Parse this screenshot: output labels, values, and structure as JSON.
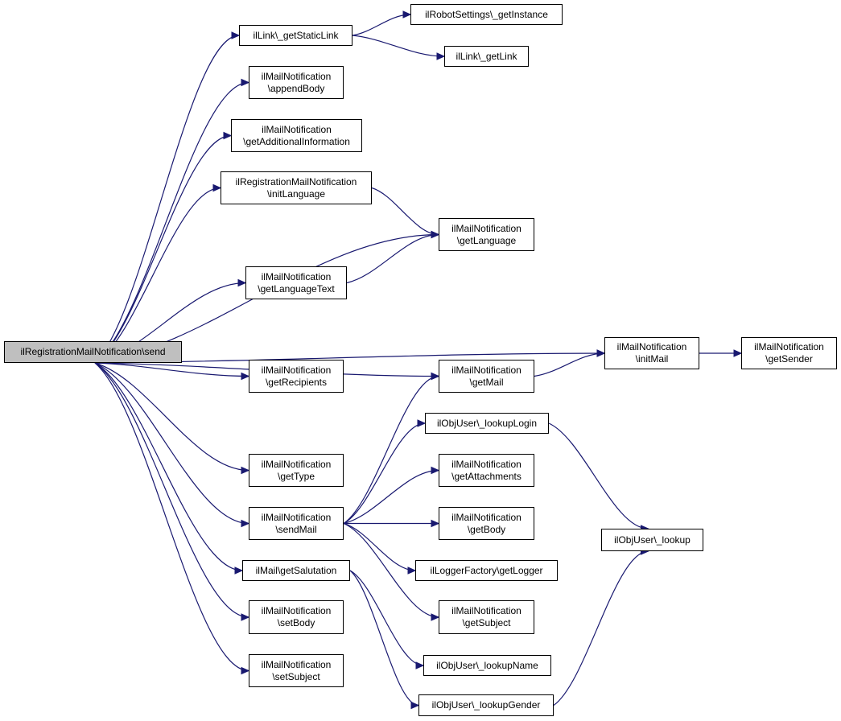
{
  "colors": {
    "edge": "#191970",
    "root_fill": "#bfbfbf",
    "node_fill": "#ffffff",
    "node_border": "#000000"
  },
  "nodes": {
    "root": {
      "lines": [
        "ilRegistrationMailNotification\\send"
      ]
    },
    "getStaticLink": {
      "lines": [
        "ilLink\\_getStaticLink"
      ]
    },
    "robotGetInstance": {
      "lines": [
        "ilRobotSettings\\_getInstance"
      ]
    },
    "linkGetLink": {
      "lines": [
        "ilLink\\_getLink"
      ]
    },
    "appendBody": {
      "lines": [
        "ilMailNotification",
        "\\appendBody"
      ]
    },
    "getAdditionalInfo": {
      "lines": [
        "ilMailNotification",
        "\\getAdditionalInformation"
      ]
    },
    "initLanguage": {
      "lines": [
        "ilRegistrationMailNotification",
        "\\initLanguage"
      ]
    },
    "getLanguage": {
      "lines": [
        "ilMailNotification",
        "\\getLanguage"
      ]
    },
    "getLanguageText": {
      "lines": [
        "ilMailNotification",
        "\\getLanguageText"
      ]
    },
    "initMail": {
      "lines": [
        "ilMailNotification",
        "\\initMail"
      ]
    },
    "getSender": {
      "lines": [
        "ilMailNotification",
        "\\getSender"
      ]
    },
    "getRecipients": {
      "lines": [
        "ilMailNotification",
        "\\getRecipients"
      ]
    },
    "getMail": {
      "lines": [
        "ilMailNotification",
        "\\getMail"
      ]
    },
    "lookupLogin": {
      "lines": [
        "ilObjUser\\_lookupLogin"
      ]
    },
    "getType": {
      "lines": [
        "ilMailNotification",
        "\\getType"
      ]
    },
    "getAttachments": {
      "lines": [
        "ilMailNotification",
        "\\getAttachments"
      ]
    },
    "sendMail": {
      "lines": [
        "ilMailNotification",
        "\\sendMail"
      ]
    },
    "getBody": {
      "lines": [
        "ilMailNotification",
        "\\getBody"
      ]
    },
    "lookup": {
      "lines": [
        "ilObjUser\\_lookup"
      ]
    },
    "getSalutation": {
      "lines": [
        "ilMail\\getSalutation"
      ]
    },
    "getLogger": {
      "lines": [
        "ilLoggerFactory\\getLogger"
      ]
    },
    "setBody": {
      "lines": [
        "ilMailNotification",
        "\\setBody"
      ]
    },
    "getSubject": {
      "lines": [
        "ilMailNotification",
        "\\getSubject"
      ]
    },
    "lookupName": {
      "lines": [
        "ilObjUser\\_lookupName"
      ]
    },
    "setSubject": {
      "lines": [
        "ilMailNotification",
        "\\setSubject"
      ]
    },
    "lookupGender": {
      "lines": [
        "ilObjUser\\_lookupGender"
      ]
    }
  },
  "edges": [
    [
      "root",
      "getStaticLink"
    ],
    [
      "root",
      "appendBody"
    ],
    [
      "root",
      "getAdditionalInfo"
    ],
    [
      "root",
      "initLanguage"
    ],
    [
      "root",
      "getLanguage"
    ],
    [
      "root",
      "getLanguageText"
    ],
    [
      "root",
      "initMail"
    ],
    [
      "root",
      "getRecipients"
    ],
    [
      "root",
      "getMail"
    ],
    [
      "root",
      "getType"
    ],
    [
      "root",
      "sendMail"
    ],
    [
      "root",
      "getSalutation"
    ],
    [
      "root",
      "setBody"
    ],
    [
      "root",
      "setSubject"
    ],
    [
      "getStaticLink",
      "robotGetInstance"
    ],
    [
      "getStaticLink",
      "linkGetLink"
    ],
    [
      "initLanguage",
      "getLanguage"
    ],
    [
      "getLanguageText",
      "getLanguage"
    ],
    [
      "initMail",
      "getSender"
    ],
    [
      "getMail",
      "initMail"
    ],
    [
      "sendMail",
      "getMail"
    ],
    [
      "sendMail",
      "lookupLogin"
    ],
    [
      "sendMail",
      "getAttachments"
    ],
    [
      "sendMail",
      "getBody"
    ],
    [
      "sendMail",
      "getLogger"
    ],
    [
      "sendMail",
      "getSubject"
    ],
    [
      "lookupLogin",
      "lookup"
    ],
    [
      "getSalutation",
      "lookupName"
    ],
    [
      "getSalutation",
      "lookupGender"
    ],
    [
      "lookupGender",
      "lookup"
    ]
  ]
}
